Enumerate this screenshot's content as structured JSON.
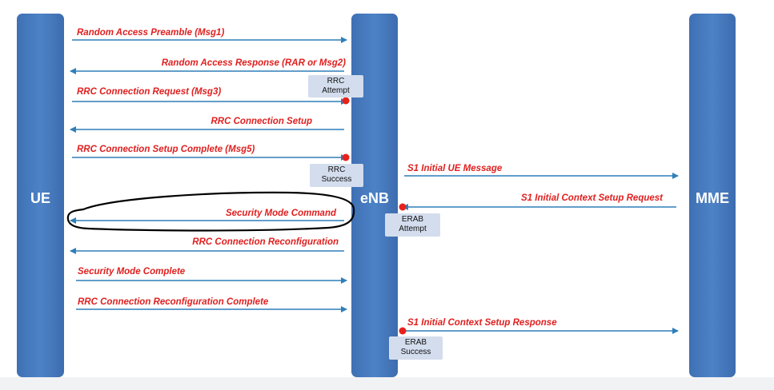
{
  "entities": {
    "ue": "UE",
    "enb": "eNB",
    "mme": "MME"
  },
  "messages": {
    "m1": "Random Access Preamble (Msg1)",
    "m2": "Random Access Response (RAR or Msg2)",
    "m3": "RRC Connection Request (Msg3)",
    "m4": "RRC Connection Setup",
    "m5": "RRC Connection Setup Complete (Msg5)",
    "m6": "S1 Initial UE Message",
    "m7": "S1 Initial Context Setup Request",
    "m8": "Security Mode Command",
    "m9": "RRC Connection Reconfiguration",
    "m10": "Security Mode Complete",
    "m11": "RRC Connection Reconfiguration Complete",
    "m12": "S1 Initial Context Setup Response"
  },
  "notes": {
    "rrc_attempt": {
      "line1": "RRC",
      "line2": "Attempt"
    },
    "rrc_success": {
      "line1": "RRC",
      "line2": "Success"
    },
    "erab_attempt": {
      "line1": "ERAB",
      "line2": "Attempt"
    },
    "erab_success": {
      "line1": "ERAB",
      "line2": "Success"
    }
  },
  "colors": {
    "entity_blue": "#4a7ec2",
    "arrow_blue": "#2f7fb8",
    "label_red": "#e02020",
    "marker_red": "#e8221b",
    "note_bg": "#d3dded",
    "highlight_stroke": "#000000"
  }
}
